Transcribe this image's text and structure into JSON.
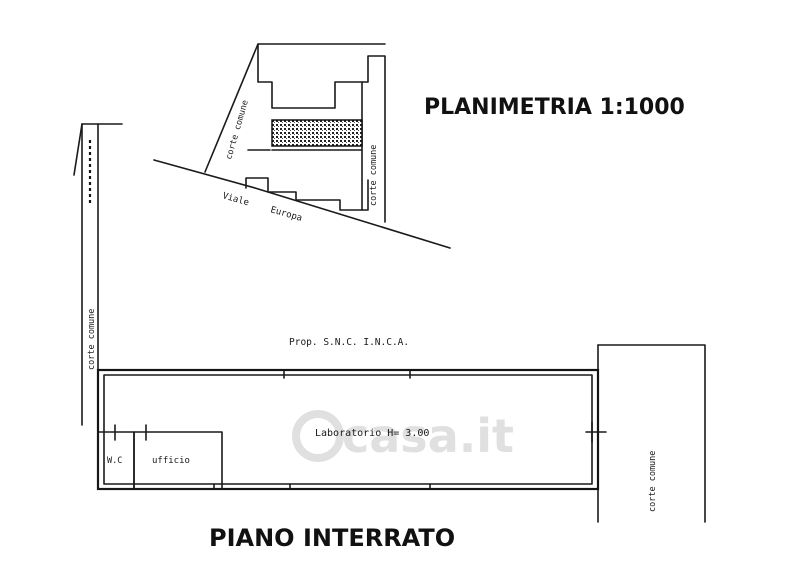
{
  "titles": {
    "planimetria": "PLANIMETRIA 1:1000",
    "piano": "PIANO INTERRATO"
  },
  "labels": {
    "corte_comune": "corte comune",
    "viale": "Viale",
    "europa": "Europa",
    "prop": "Prop. S.N.C. I.N.C.A.",
    "laboratorio": "Laboratorio   H= 3.00",
    "wc": "W.C",
    "ufficio": "ufficio"
  },
  "watermark": {
    "text": "casa.it"
  },
  "colors": {
    "ink": "#1a1a1a",
    "watermark": "#d9d9d9"
  }
}
